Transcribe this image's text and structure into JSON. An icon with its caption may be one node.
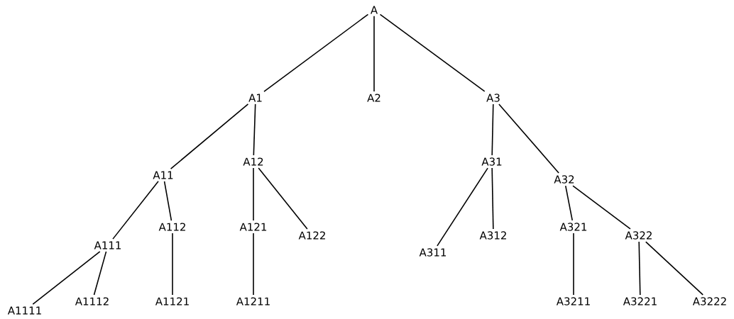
{
  "diagram": {
    "nodes": [
      {
        "text": [
          "A"
        ]
      },
      {
        "text": [
          "A1"
        ]
      },
      {
        "text": [
          "A2"
        ]
      },
      {
        "text": [
          "A3"
        ]
      },
      {
        "text": [
          "A11"
        ]
      },
      {
        "text": [
          "A12"
        ]
      },
      {
        "text": [
          "A31"
        ]
      },
      {
        "text": [
          "A32"
        ]
      },
      {
        "text": [
          "A111"
        ]
      },
      {
        "text": [
          "A112"
        ]
      },
      {
        "text": [
          "A121"
        ]
      },
      {
        "text": [
          "A122"
        ]
      },
      {
        "text": [
          "A311"
        ]
      },
      {
        "text": [
          "A312"
        ]
      },
      {
        "text": [
          "A321"
        ]
      },
      {
        "text": [
          "A322"
        ]
      },
      {
        "text": [
          "A1111"
        ]
      },
      {
        "text": [
          "A1112"
        ]
      },
      {
        "text": [
          "A1121"
        ]
      },
      {
        "text": [
          "A1211"
        ]
      },
      {
        "text": [
          "A3211"
        ]
      },
      {
        "text": [
          "A3221"
        ]
      },
      {
        "text": [
          "A3222"
        ]
      }
    ],
    "edges": [
      {
        "from": 0,
        "to": 1,
        "arrow": "none"
      },
      {
        "from": 0,
        "to": 2,
        "arrow": "none"
      },
      {
        "from": 0,
        "to": 3,
        "arrow": "none"
      },
      {
        "from": 1,
        "to": 4,
        "arrow": "none"
      },
      {
        "from": 1,
        "to": 5,
        "arrow": "none"
      },
      {
        "from": 3,
        "to": 6,
        "arrow": "none"
      },
      {
        "from": 3,
        "to": 7,
        "arrow": "none"
      },
      {
        "from": 4,
        "to": 8,
        "arrow": "none"
      },
      {
        "from": 4,
        "to": 9,
        "arrow": "none"
      },
      {
        "from": 5,
        "to": 10,
        "arrow": "none"
      },
      {
        "from": 5,
        "to": 11,
        "arrow": "none"
      },
      {
        "from": 6,
        "to": 12,
        "arrow": "none"
      },
      {
        "from": 6,
        "to": 13,
        "arrow": "none"
      },
      {
        "from": 7,
        "to": 14,
        "arrow": "none"
      },
      {
        "from": 7,
        "to": 15,
        "arrow": "none"
      },
      {
        "from": 8,
        "to": 16,
        "arrow": "none"
      },
      {
        "from": 8,
        "to": 17,
        "arrow": "none"
      },
      {
        "from": 9,
        "to": 18,
        "arrow": "none"
      },
      {
        "from": 10,
        "to": 19,
        "arrow": "none"
      },
      {
        "from": 14,
        "to": 20,
        "arrow": "none"
      },
      {
        "from": 15,
        "to": 21,
        "arrow": "none"
      },
      {
        "from": 15,
        "to": 22,
        "arrow": "none"
      }
    ]
  }
}
